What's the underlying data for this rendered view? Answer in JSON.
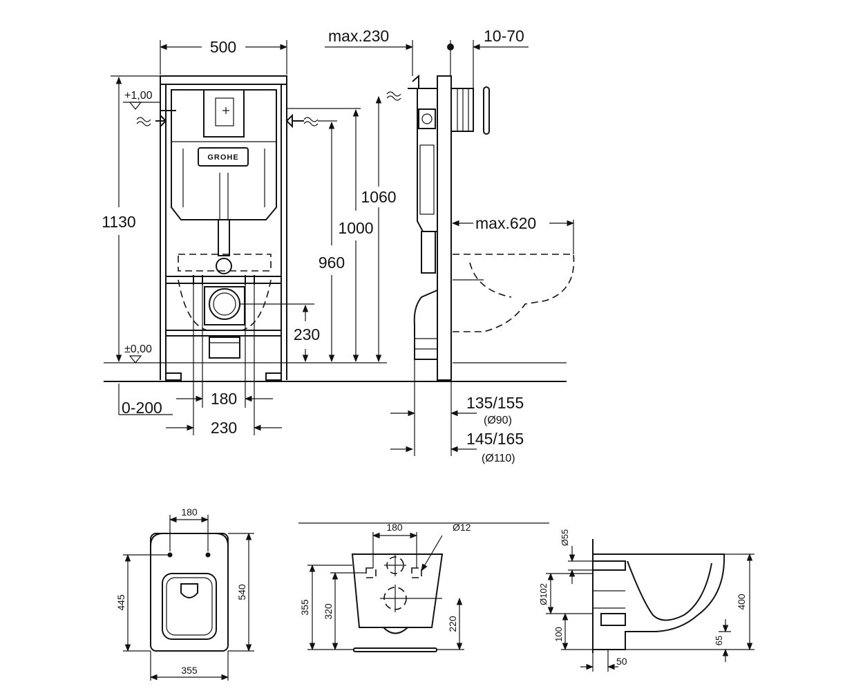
{
  "brand_logo": "GROHE",
  "front_view": {
    "width": "500",
    "height_total": "1130",
    "level_top": "+1,00",
    "level_floor": "±0,00",
    "h_1060": "1060",
    "h_1000": "1000",
    "h_960": "960",
    "h_230": "230",
    "w_180": "180",
    "w_230": "230",
    "range_0_200": "0-200"
  },
  "side_view": {
    "max_230": "max.230",
    "range_10_70": "10-70",
    "max_620": "max.620",
    "d_135_155": "135/155",
    "d_90": "(Ø90)",
    "d_145_165": "145/165",
    "d_110": "(Ø110)"
  },
  "bowl_top_view": {
    "w_180": "180",
    "h_445": "445",
    "h_540": "540",
    "w_355": "355"
  },
  "bowl_back_view": {
    "w_180": "180",
    "d_12": "Ø12",
    "h_355": "355",
    "h_320": "320",
    "h_220": "220"
  },
  "bowl_side_view": {
    "d_55": "Ø55",
    "d_102": "Ø102",
    "h_100": "100",
    "h_400": "400",
    "h_65": "65",
    "w_50": "50"
  },
  "colors": {
    "line": "#111111",
    "background": "#ffffff"
  },
  "icons": [
    "water-supply-icon",
    "level-marker-icon",
    "drain-pipe-icon",
    "flush-button-icon"
  ]
}
